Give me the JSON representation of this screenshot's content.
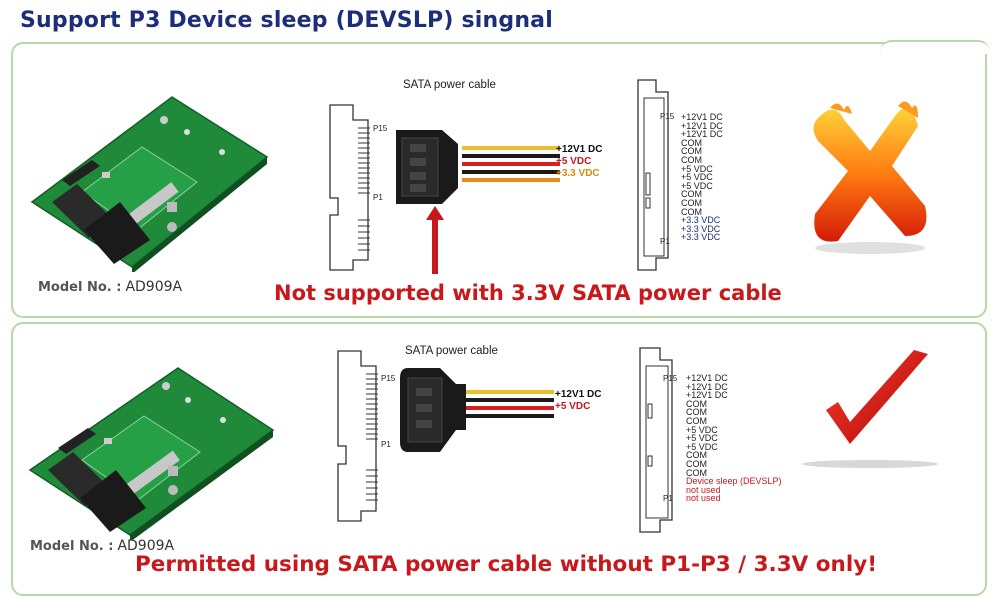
{
  "title": "Support P3 Device sleep (DEVSLP) singnal",
  "colors": {
    "title": "#1c2d7a",
    "banner": "#c8181c",
    "wire_yellow": "#e6c12a",
    "wire_red": "#d42020",
    "wire_orange": "#e88a1a",
    "wire_black": "#1a1a1a",
    "board_green": "#1e8a3a"
  },
  "top": {
    "model_label": "Model No. :",
    "model_number": "AD909A",
    "cable_title": "SATA power cable",
    "connector_p15": "P15",
    "connector_p1": "P1",
    "wires": [
      {
        "label": "+12V1 DC",
        "color": "#111111"
      },
      {
        "label": "+5 VDC",
        "color": "#c8181c"
      },
      {
        "label": "+3.3 VDC",
        "color": "#d98a10"
      }
    ],
    "pinout_p15": "P15",
    "pinout_p1": "P1",
    "pins": [
      {
        "label": "+12V1 DC",
        "color": "#222222"
      },
      {
        "label": "+12V1 DC",
        "color": "#222222"
      },
      {
        "label": "+12V1 DC",
        "color": "#222222"
      },
      {
        "label": "COM",
        "color": "#222222"
      },
      {
        "label": "COM",
        "color": "#222222"
      },
      {
        "label": "COM",
        "color": "#222222"
      },
      {
        "label": "+5 VDC",
        "color": "#222222"
      },
      {
        "label": "+5 VDC",
        "color": "#222222"
      },
      {
        "label": "+5 VDC",
        "color": "#222222"
      },
      {
        "label": "COM",
        "color": "#222222"
      },
      {
        "label": "COM",
        "color": "#222222"
      },
      {
        "label": "COM",
        "color": "#222222"
      },
      {
        "label": "+3.3 VDC",
        "color": "#1c2d7a"
      },
      {
        "label": "+3.3 VDC",
        "color": "#1c2d7a"
      },
      {
        "label": "+3.3 VDC",
        "color": "#1c2d7a"
      }
    ],
    "banner": "Not supported with 3.3V SATA power cable",
    "status_icon": "fire-x-icon"
  },
  "bottom": {
    "model_label": "Model No. :",
    "model_number": "AD909A",
    "cable_title": "SATA power cable",
    "connector_p15": "P15",
    "connector_p1": "P1",
    "wires": [
      {
        "label": "+12V1 DC",
        "color": "#111111"
      },
      {
        "label": "+5 VDC",
        "color": "#c8181c"
      }
    ],
    "pinout_p15": "P15",
    "pinout_p1": "P1",
    "pins": [
      {
        "label": "+12V1 DC",
        "color": "#222222"
      },
      {
        "label": "+12V1 DC",
        "color": "#222222"
      },
      {
        "label": "+12V1 DC",
        "color": "#222222"
      },
      {
        "label": "COM",
        "color": "#222222"
      },
      {
        "label": "COM",
        "color": "#222222"
      },
      {
        "label": "COM",
        "color": "#222222"
      },
      {
        "label": "+5 VDC",
        "color": "#222222"
      },
      {
        "label": "+5 VDC",
        "color": "#222222"
      },
      {
        "label": "+5 VDC",
        "color": "#222222"
      },
      {
        "label": "COM",
        "color": "#222222"
      },
      {
        "label": "COM",
        "color": "#222222"
      },
      {
        "label": "COM",
        "color": "#222222"
      },
      {
        "label": "Device sleep (DEVSLP)",
        "color": "#c8181c"
      },
      {
        "label": "not used",
        "color": "#c8181c"
      },
      {
        "label": "not used",
        "color": "#c8181c"
      }
    ],
    "banner": "Permitted using SATA power cable without P1-P3 / 3.3V only!",
    "status_icon": "red-checkmark-icon"
  }
}
